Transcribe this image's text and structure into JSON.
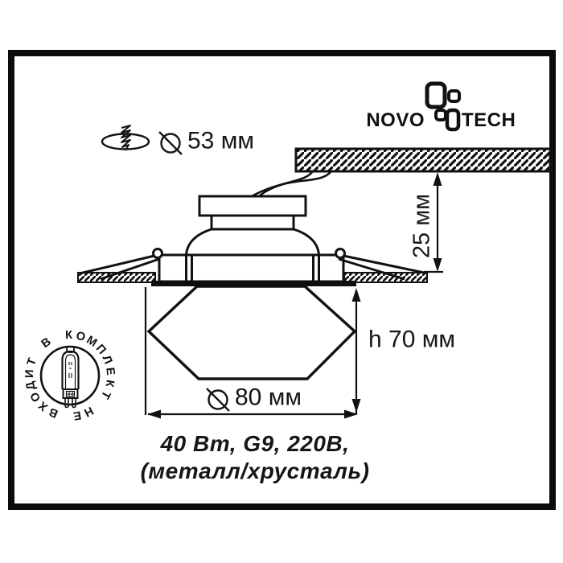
{
  "brand": {
    "left": "NOVO",
    "right": "TECH"
  },
  "dimensions": {
    "cutout": {
      "symbol": "⌀",
      "text": "53 мм"
    },
    "recess_depth": {
      "text": "25 мм"
    },
    "height": {
      "text": "h 70 мм"
    },
    "diameter": {
      "symbol": "⌀",
      "text": "80 мм"
    }
  },
  "specs": {
    "line1": "40 Вт, G9, 220В,",
    "line2": "(металл/хрусталь)"
  },
  "stamp": {
    "text": "НЕ ВХОДИТ В КОМПЛЕКТ",
    "ring_order": "ВХОДИТ В КОМПЛЕКТ НЕ",
    "start_angle": 204,
    "slots": 21,
    "radius": 50
  },
  "icons": {
    "screw": "screw-icon",
    "diameter": "diameter-icon",
    "bulb": "g9-bulb-icon",
    "logo_flower": "novotech-flower-icon"
  },
  "colors": {
    "ink": "#141414",
    "bg": "#ffffff"
  }
}
